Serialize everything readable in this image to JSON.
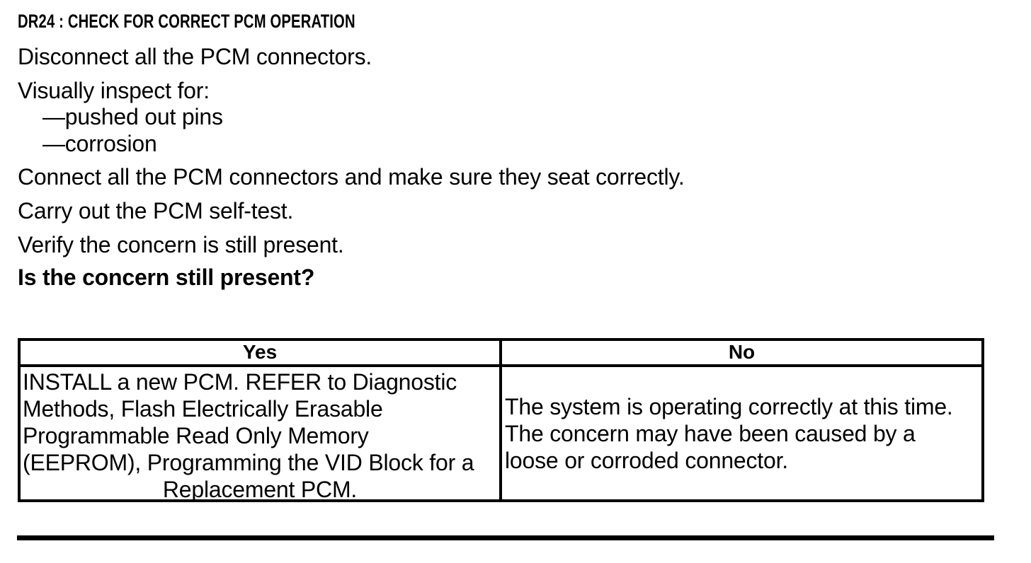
{
  "colors": {
    "ink": "#000000",
    "paper": "#ffffff"
  },
  "procedure": {
    "title": "DR24 : CHECK FOR CORRECT PCM OPERATION",
    "steps": [
      "Disconnect all the PCM connectors.",
      "Visually inspect for:",
      "—pushed out pins",
      "—corrosion",
      "Connect all the PCM connectors and make sure they seat correctly.",
      "Carry out the PCM self-test.",
      "Verify the concern is still present.",
      "Is the concern still present?"
    ]
  },
  "results_table": {
    "headers": [
      "Yes",
      "No"
    ],
    "yes_lines": [
      "INSTALL a new PCM. REFER to Diagnostic",
      "Methods, Flash Electrically Erasable",
      "Programmable Read Only Memory",
      "(EEPROM), Programming the VID Block for a",
      "Replacement PCM."
    ],
    "no_lines": [
      "The system is operating correctly at this time.",
      "The concern may have been caused by a",
      "loose or corroded connector."
    ]
  }
}
